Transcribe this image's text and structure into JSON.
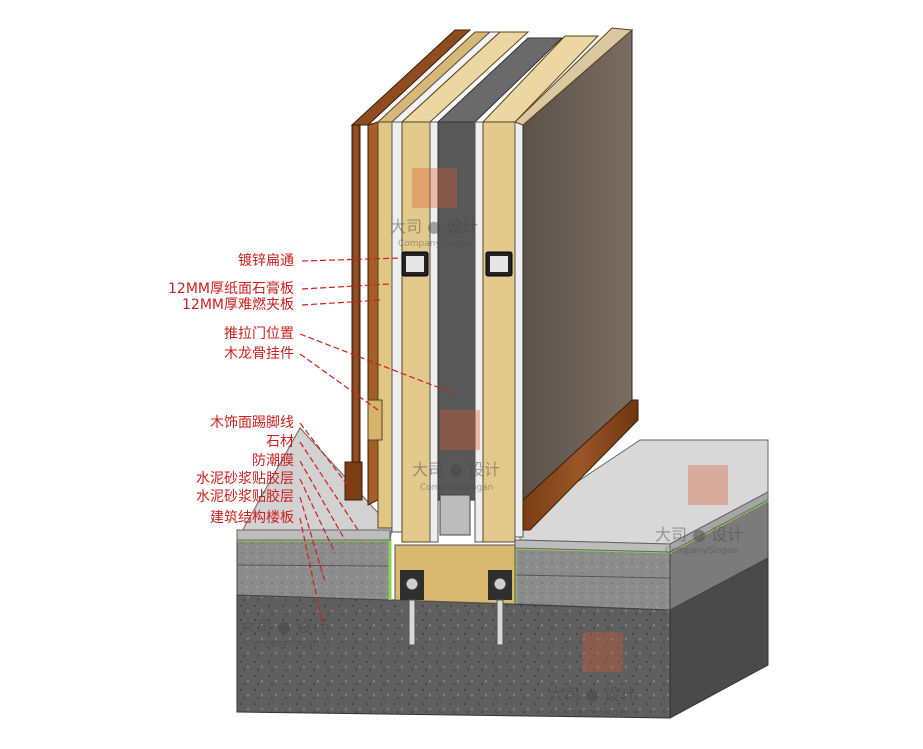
{
  "callouts": {
    "c1": "镀锌扁通",
    "c2": "12MM厚纸面石膏板",
    "c3": "12MM厚难燃夹板",
    "c4": "推拉门位置",
    "c5": "木龙骨挂件",
    "c6": "木饰面踢脚线",
    "c7": "石材",
    "c8": "防潮膜",
    "c9": "水泥砂浆贴胶层",
    "c10": "水泥砂浆贴胶层",
    "c11": "建筑结构楼板"
  },
  "watermark": {
    "brand": "大司 ● 设计",
    "slogan": "CompanySlogan"
  },
  "colors": {
    "callout": "#cc1f1f",
    "wood": "#8a4a20",
    "board": "#e3c98c",
    "stone": "#cfcfcf",
    "slab": "#6b6b6b",
    "film": "#8fd14a",
    "panel": "#6e6156"
  }
}
